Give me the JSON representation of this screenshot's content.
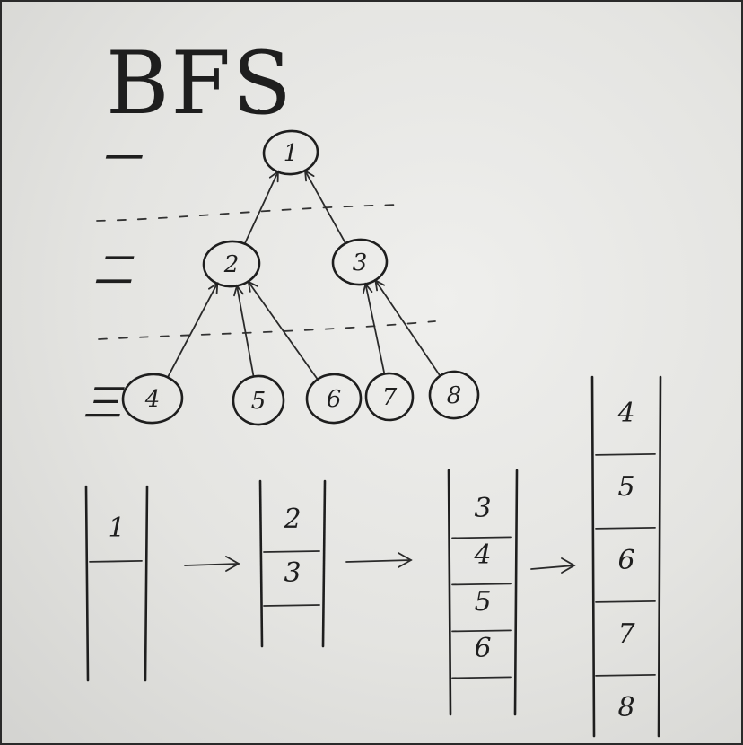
{
  "title": "BFS",
  "title_dot": ".",
  "level_marks": [
    "一",
    "二",
    "三"
  ],
  "tree": {
    "nodes": [
      {
        "id": "1",
        "label": "1"
      },
      {
        "id": "2",
        "label": "2"
      },
      {
        "id": "3",
        "label": "3"
      },
      {
        "id": "4",
        "label": "4"
      },
      {
        "id": "5",
        "label": "5"
      },
      {
        "id": "6",
        "label": "6"
      },
      {
        "id": "7",
        "label": "7"
      },
      {
        "id": "8",
        "label": "8"
      }
    ],
    "edges": [
      {
        "from": "1",
        "to": "2"
      },
      {
        "from": "1",
        "to": "3"
      },
      {
        "from": "2",
        "to": "4"
      },
      {
        "from": "2",
        "to": "5"
      },
      {
        "from": "2",
        "to": "6"
      },
      {
        "from": "3",
        "to": "7"
      },
      {
        "from": "3",
        "to": "8"
      }
    ]
  },
  "queue_states": [
    [
      "1"
    ],
    [
      "2",
      "3"
    ],
    [
      "3",
      "4",
      "5",
      "6"
    ],
    [
      "4",
      "5",
      "6",
      "7",
      "8"
    ]
  ],
  "colors": {
    "ink": "#1e1e1e",
    "paper": "#e9e9e6"
  }
}
